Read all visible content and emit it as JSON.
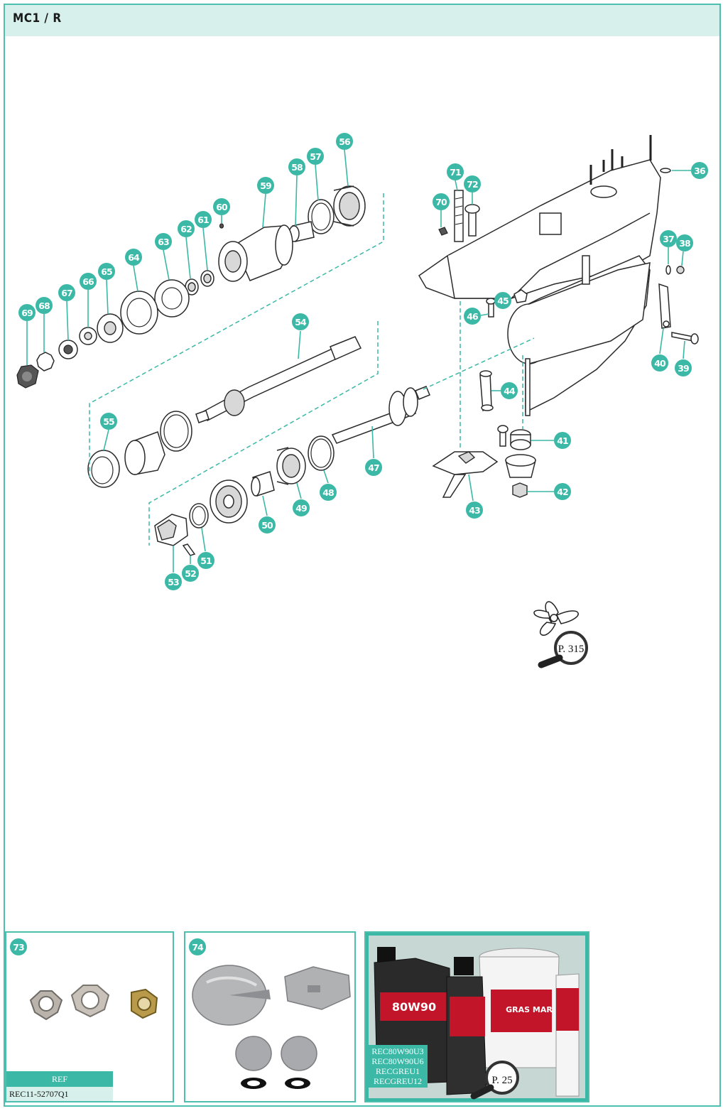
{
  "header": {
    "title": "MC1 / R"
  },
  "callouts": [
    "36",
    "37",
    "38",
    "39",
    "40",
    "41",
    "42",
    "43",
    "44",
    "45",
    "46",
    "47",
    "48",
    "49",
    "50",
    "51",
    "52",
    "53",
    "54",
    "55",
    "56",
    "57",
    "58",
    "59",
    "60",
    "61",
    "62",
    "63",
    "64",
    "65",
    "66",
    "67",
    "68",
    "69",
    "70",
    "71",
    "72"
  ],
  "page_refs": {
    "propeller": "P. 315",
    "lubricants": "P. 25"
  },
  "boxes": {
    "nuts": {
      "number": "73",
      "ref_label": "REF",
      "ref_value": "REC11-52707Q1"
    },
    "anodes": {
      "number": "74"
    },
    "lubricants": {
      "codes": [
        "REC80W90U3",
        "REC80W90U6",
        "RECGREU1",
        "RECGREU12"
      ],
      "bottle_label": "80W90",
      "grease_label": "GRAS MAR"
    }
  },
  "colors": {
    "accent": "#3bb8a6",
    "header_bg": "#d7f0eb"
  },
  "icons": [
    "propeller-icon",
    "magnifier-icon"
  ]
}
